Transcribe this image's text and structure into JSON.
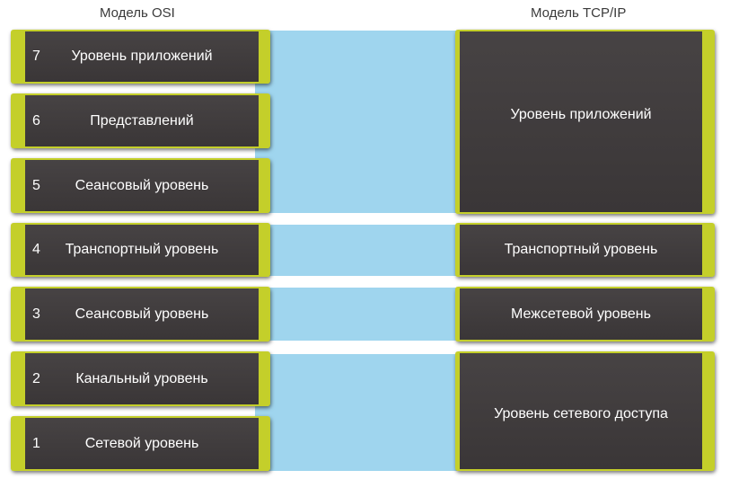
{
  "headings": {
    "osi": "Модель OSI",
    "tcpip": "Модель TCP/IP"
  },
  "colors": {
    "band": "#9fd5ee",
    "box_fill": "#3f3b3c",
    "accent": "#c4cf2a"
  },
  "osi_layers": [
    {
      "number": "7",
      "label": "Уровень приложений"
    },
    {
      "number": "6",
      "label": "Представлений"
    },
    {
      "number": "5",
      "label": "Сеансовый уровень"
    },
    {
      "number": "4",
      "label": "Транспортный уровень"
    },
    {
      "number": "3",
      "label": "Сеансовый уровень"
    },
    {
      "number": "2",
      "label": "Канальный уровень"
    },
    {
      "number": "1",
      "label": "Сетевой уровень"
    }
  ],
  "tcpip_layers": [
    {
      "label": "Уровень приложений"
    },
    {
      "label": "Транспортный уровень"
    },
    {
      "label": "Межсетевой уровень"
    },
    {
      "label": "Уровень сетевого доступа"
    }
  ]
}
